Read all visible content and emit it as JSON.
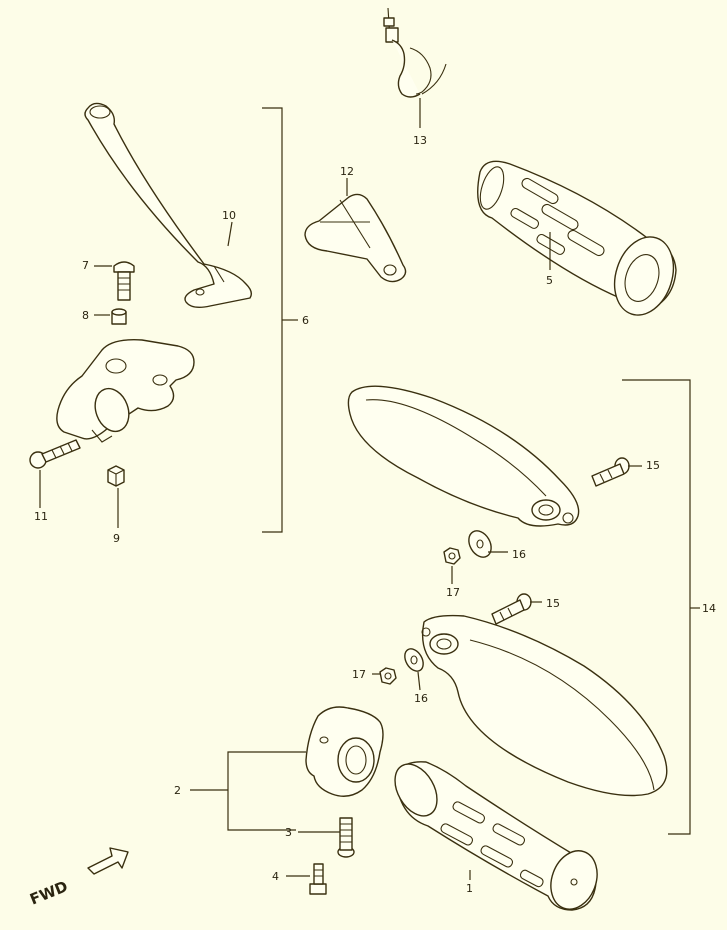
{
  "diagram": {
    "callouts": {
      "c1": "1",
      "c2": "2",
      "c3": "3",
      "c4": "4",
      "c5": "5",
      "c6": "6",
      "c7": "7",
      "c8": "8",
      "c9": "9",
      "c10": "10",
      "c11": "11",
      "c12": "12",
      "c13": "13",
      "c14": "14",
      "c15a": "15",
      "c15b": "15",
      "c16a": "16",
      "c16b": "16",
      "c17a": "17",
      "c17b": "17"
    },
    "direction_label": "FWD"
  }
}
